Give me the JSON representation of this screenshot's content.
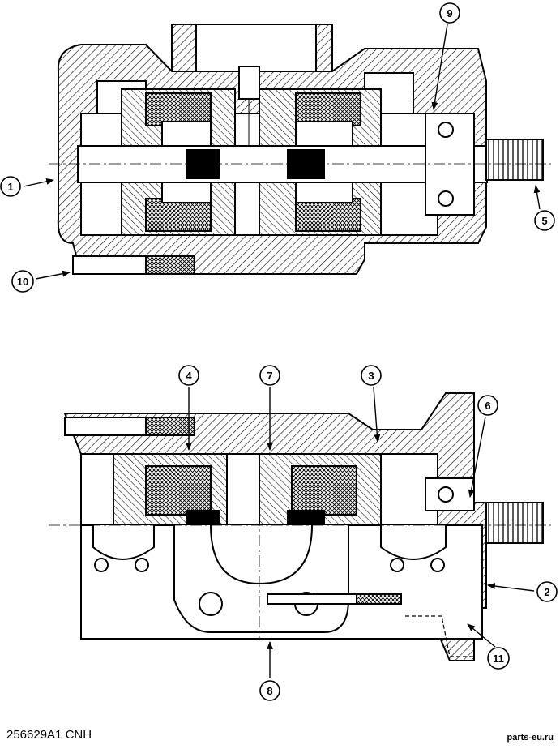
{
  "figure": {
    "reference": "256629A1 CNH",
    "watermark": "parts-eu.ru"
  },
  "callouts": [
    {
      "id": "c1",
      "label": "1"
    },
    {
      "id": "c2",
      "label": "2"
    },
    {
      "id": "c3",
      "label": "3"
    },
    {
      "id": "c4",
      "label": "4"
    },
    {
      "id": "c5",
      "label": "5"
    },
    {
      "id": "c6",
      "label": "6"
    },
    {
      "id": "c7",
      "label": "7"
    },
    {
      "id": "c8",
      "label": "8"
    },
    {
      "id": "c9",
      "label": "9"
    },
    {
      "id": "c10",
      "label": "10"
    },
    {
      "id": "c11",
      "label": "11"
    }
  ],
  "colors": {
    "ink": "#000000",
    "paper": "#ffffff"
  }
}
